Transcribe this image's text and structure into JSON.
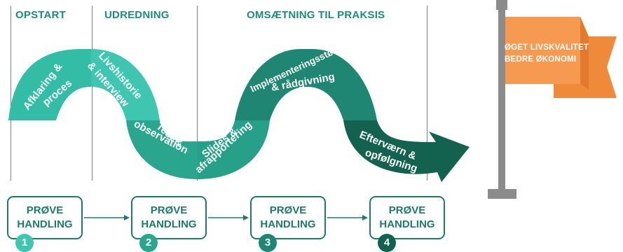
{
  "phases": [
    {
      "label": "OPSTART"
    },
    {
      "label": "UDREDNING"
    },
    {
      "label": "OMSÆTNING TIL PRAKSIS"
    }
  ],
  "wave_labels": {
    "afklaring": [
      "Afklaring &",
      "proces"
    ],
    "livshistorie": [
      "Livshistorie",
      "& interview"
    ],
    "test": [
      "Test &",
      "observation"
    ],
    "slides": [
      "Slides &",
      "afrapportering"
    ],
    "implementering": [
      "Implementeringsstøtte",
      "& rådgivning"
    ],
    "efterværn": [
      "Efterværn &",
      "opfølgning"
    ]
  },
  "flag": {
    "line1": "ØGET LIVSKVALITET",
    "line2": "BEDRE ØKONOMI"
  },
  "steps": [
    {
      "line1": "PRØVE",
      "line2": "HANDLING",
      "number": "1"
    },
    {
      "line1": "PRØVE",
      "line2": "HANDLING",
      "number": "2"
    },
    {
      "line1": "PRØVE",
      "line2": "HANDLING",
      "number": "3"
    },
    {
      "line1": "PRØVE",
      "line2": "HANDLING",
      "number": "4"
    }
  ],
  "colors": {
    "header": "#1f8c78",
    "wave_light": "#33bca6",
    "wave_mid": "#2aa68f",
    "wave_dark": "#1e8672",
    "wave_darkest": "#13614f",
    "flag": "#f48b3d",
    "pole": "#8b8b8b",
    "box_border": "#1f7a6a"
  }
}
